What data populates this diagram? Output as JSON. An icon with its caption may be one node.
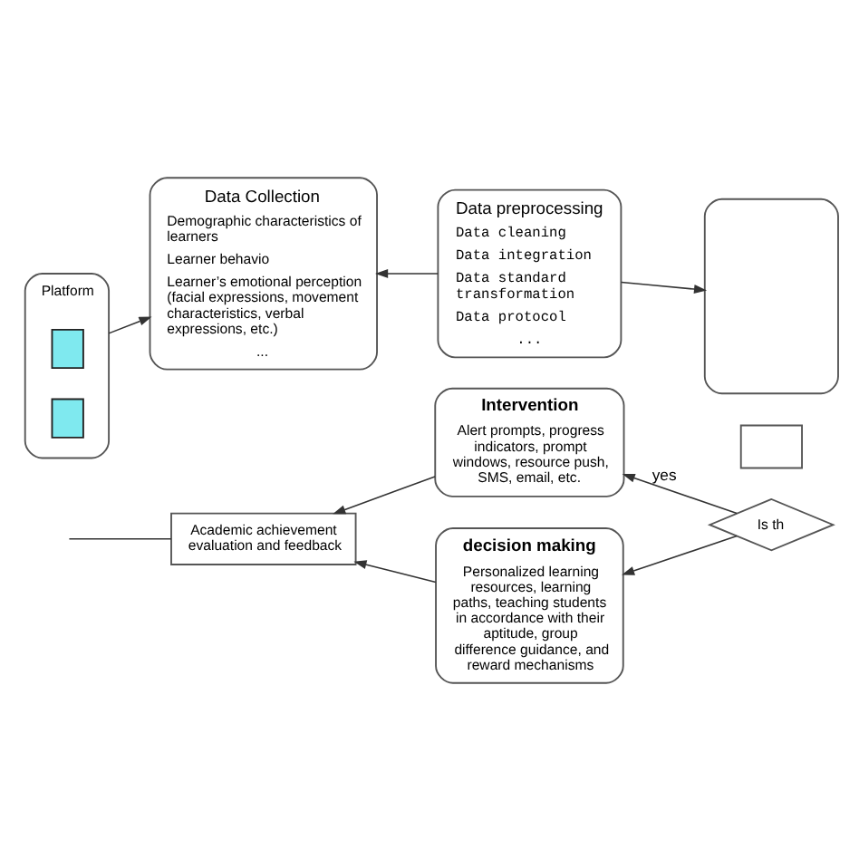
{
  "diagram": {
    "nodes": [
      {
        "text": [
          "Platform"
        ]
      },
      {
        "text": [],
        "shape": "box",
        "in": 0
      },
      {
        "text": [],
        "shape": "box",
        "in": 0
      },
      {
        "text": [
          "Data Collection",
          "Demographic characteristics of learners",
          "Learner behavio",
          "Learner’s emotional perception (facial expressions, movement characteristics, verbal expressions, etc.)",
          "..."
        ]
      },
      {
        "text": [
          "Data preprocessing",
          "Data cleaning",
          "Data integration",
          "Data standard transformation",
          "Data protocol",
          "..."
        ]
      },
      {
        "text": [],
        "shape": "box"
      },
      {
        "text": [
          "Intervention",
          "Alert prompts, progress indicators, prompt windows, resource push, SMS, email, etc."
        ]
      },
      {
        "text": [],
        "shape": "box"
      },
      {
        "text": [
          "Academic achievement evaluation and feedback"
        ]
      },
      {
        "text": [
          "Is th"
        ]
      },
      {
        "text": [
          "decision making",
          "Personalized learning resources, learning paths, teaching students in accordance with their aptitude, group difference guidance, and reward mechanisms"
        ]
      }
    ],
    "edges": [
      {
        "from": 0,
        "to": 3,
        "arrow": "to"
      },
      {
        "from": 4,
        "to": 3,
        "arrow": "to"
      },
      {
        "from": 4,
        "to": 5,
        "arrow": "to"
      },
      {
        "from": 9,
        "to": 6,
        "arrow": "to",
        "label": "yes"
      },
      {
        "from": 9,
        "to": 10,
        "arrow": "to"
      },
      {
        "from": 6,
        "to": 8,
        "arrow": "to"
      },
      {
        "from": 10,
        "to": 8,
        "arrow": "to"
      },
      {
        "from": 8,
        "to": null,
        "arrow": "none"
      }
    ]
  }
}
